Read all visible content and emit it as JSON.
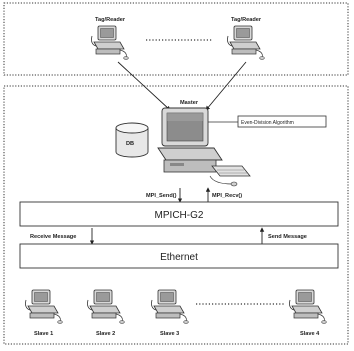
{
  "readers": [
    "Tag/Reader",
    "Tag/Reader"
  ],
  "master": {
    "label": "Master",
    "algorithm": "Even-Division Algorithm",
    "db": "DB",
    "send": "MPI_Send()",
    "recv": "MPI_Recv()"
  },
  "bars": {
    "mpich": "MPICH-G2",
    "ethernet": "Ethernet",
    "receive_message": "Receive Message",
    "send_message": "Send Message"
  },
  "slaves": [
    "Slave 1",
    "Slave 2",
    "Slave 3",
    "Slave 4"
  ]
}
